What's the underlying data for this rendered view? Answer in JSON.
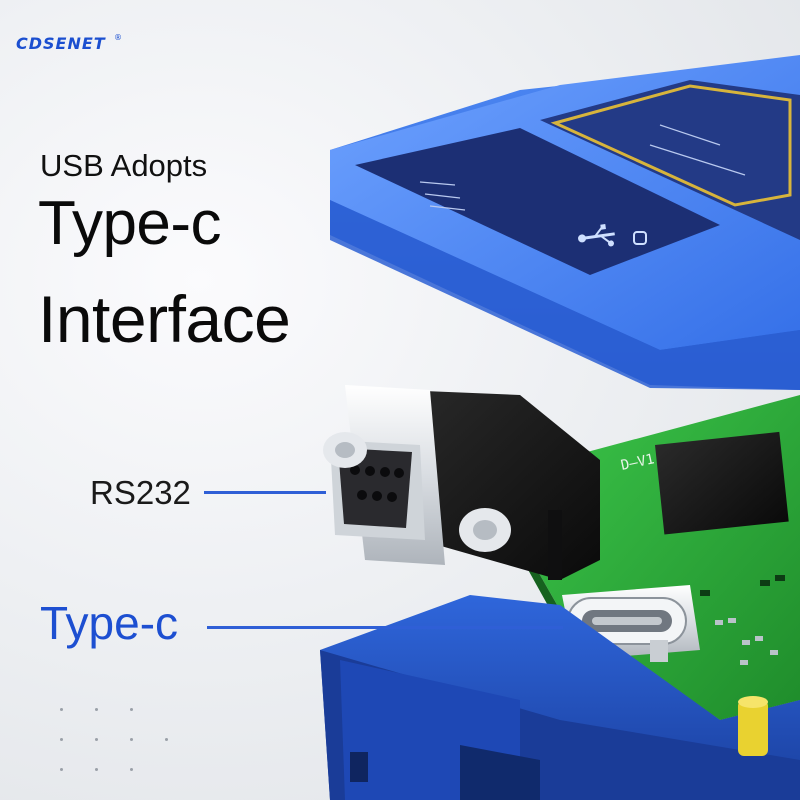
{
  "brand": {
    "logo_text": "CDSENET",
    "registered_mark": "®"
  },
  "headline": {
    "subtitle": "USB Adopts",
    "line1": "Type-c",
    "line2": "Interface"
  },
  "callouts": {
    "rs232": "RS232",
    "typec": "Type-c"
  },
  "colors": {
    "accent_blue": "#1d4fd1",
    "housing_blue": "#3f7ff0",
    "pcb_green": "#2fae3a",
    "text_dark": "#0a0a0a"
  },
  "icons": [
    "usb-icon",
    "plug-icon"
  ]
}
